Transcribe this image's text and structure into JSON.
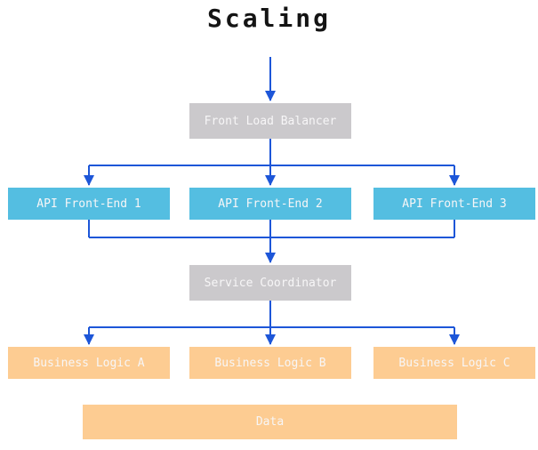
{
  "title": "Scaling",
  "colors": {
    "node_gray": "#cbc9cc",
    "node_blue": "#54bee1",
    "node_orange": "#fdcc92",
    "arrow": "#1d56d8",
    "node_text": "#f7f6f7",
    "title_text": "#141414"
  },
  "nodes": {
    "front_load_balancer": "Front Load Balancer",
    "api_front_end_1": "API Front-End 1",
    "api_front_end_2": "API Front-End 2",
    "api_front_end_3": "API Front-End 3",
    "service_coordinator": "Service Coordinator",
    "business_logic_a": "Business Logic A",
    "business_logic_b": "Business Logic B",
    "business_logic_c": "Business Logic C",
    "data": "Data"
  },
  "edges": [
    {
      "from": "start",
      "to": "front_load_balancer"
    },
    {
      "from": "front_load_balancer",
      "to": "api_front_end_1"
    },
    {
      "from": "front_load_balancer",
      "to": "api_front_end_2"
    },
    {
      "from": "front_load_balancer",
      "to": "api_front_end_3"
    },
    {
      "from": "api_front_end_1",
      "to": "service_coordinator"
    },
    {
      "from": "api_front_end_2",
      "to": "service_coordinator"
    },
    {
      "from": "api_front_end_3",
      "to": "service_coordinator"
    },
    {
      "from": "service_coordinator",
      "to": "business_logic_a"
    },
    {
      "from": "service_coordinator",
      "to": "business_logic_b"
    },
    {
      "from": "service_coordinator",
      "to": "business_logic_c"
    }
  ]
}
